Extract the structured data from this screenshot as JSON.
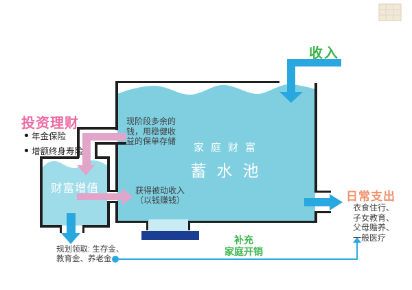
{
  "colors": {
    "water": "#7fcfe1",
    "water_light": "#9edce9",
    "water_pale": "#c9ebf4",
    "arrow_blue": "#29a8e0",
    "arrow_pink": "#e2a5c9",
    "navy": "#1c3e92",
    "green": "#3cb44a",
    "coral": "#f0906c",
    "pink_title": "#ec6ba3",
    "ink": "#1d1d1d",
    "text_dark": "#3f3f3f"
  },
  "income": {
    "label": "收入"
  },
  "reservoir": {
    "title_line1": "家庭财富",
    "title_line2": "蓄水池",
    "deposit_note": {
      "lines": [
        "现阶段多余的",
        "钱，用稳健收",
        "益的保单存储"
      ]
    },
    "passive_note": {
      "lines": [
        "获得被动收入",
        "（以钱赚钱）"
      ]
    }
  },
  "investment": {
    "title": "投资理财",
    "items": [
      "年金保险",
      "增额终身寿险"
    ]
  },
  "growth_tank": {
    "label": "财富增值"
  },
  "withdraw_note": {
    "lines": [
      "规划领取: 生存金、",
      "教育金、养老金"
    ]
  },
  "supplement": {
    "lines": [
      "补充",
      "家庭开销"
    ]
  },
  "expenses": {
    "title": "日常支出",
    "items": [
      "衣食住行、",
      "子女教育、",
      "父母赡养、",
      "一般医疗"
    ]
  }
}
